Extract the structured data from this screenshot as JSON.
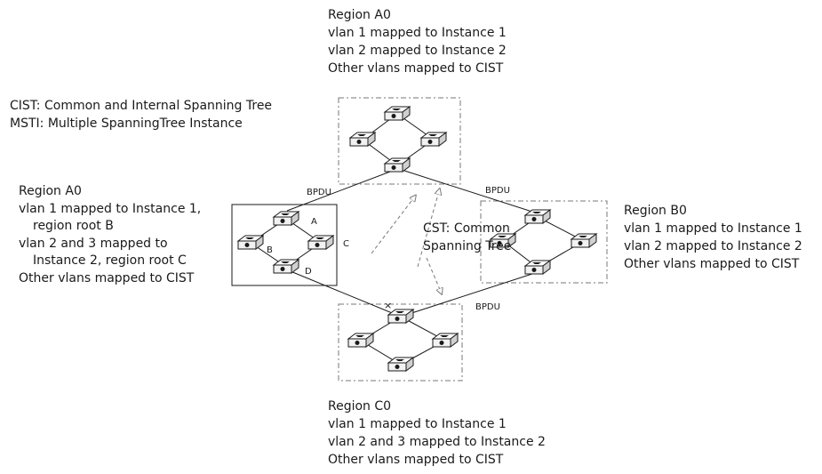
{
  "legend": {
    "cist": "CIST: Common and Internal Spanning Tree",
    "msti": "MSTI: Multiple SpanningTree Instance"
  },
  "regions": {
    "top": {
      "title": "Region A0",
      "lines": [
        "vlan 1 mapped to Instance 1",
        "vlan 2 mapped to Instance 2",
        "Other vlans mapped to CIST"
      ]
    },
    "left": {
      "title": "Region A0",
      "lines": [
        "vlan 1 mapped to Instance 1,",
        "region root B",
        "vlan 2 and 3 mapped to",
        "Instance 2, region root C",
        "Other vlans mapped to CIST"
      ]
    },
    "right": {
      "title": "Region B0",
      "lines": [
        "vlan 1 mapped to Instance 1",
        "vlan 2 mapped to Instance 2",
        "Other vlans mapped to CIST"
      ]
    },
    "bottom": {
      "title": "Region C0",
      "lines": [
        "vlan 1 mapped to Instance 1",
        "vlan 2 and 3 mapped to Instance 2",
        "Other vlans mapped to CIST"
      ]
    }
  },
  "cst": {
    "line1": "CST: Common",
    "line2": "Spanning Tree"
  },
  "links": {
    "bpdu": "BPDU"
  },
  "nodes": {
    "a": "A",
    "b": "B",
    "c": "C",
    "d": "D"
  },
  "colors": {
    "line": "#1a1a1a",
    "dash": "#777777",
    "switch_top": "#ffffff",
    "switch_side": "#d0d0d0"
  }
}
